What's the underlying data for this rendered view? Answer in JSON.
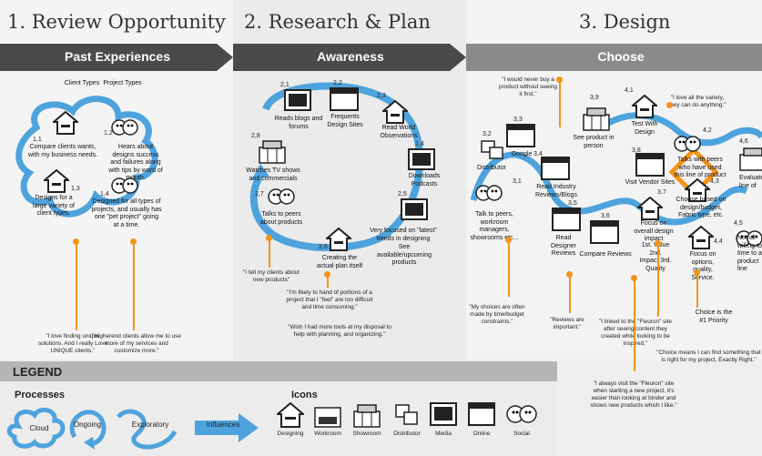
{
  "phases": {
    "p1_title": "1. Review Opportunity",
    "p2_title": "2. Research & Plan",
    "p3_title": "3. Design"
  },
  "stages": {
    "s1": "Past Experiences",
    "s2": "Awareness",
    "s3": "Choose"
  },
  "column_headers": {
    "client_types": "Client Types",
    "project_types": "Project Types"
  },
  "nodes": [
    {
      "num": "1,1",
      "text": "Compare clients wants, with my business needs."
    },
    {
      "num": "1,2",
      "text": "Hears about designs success and failures along with tips by word of mouth."
    },
    {
      "num": "1,3",
      "text": "Designs for a large variety of client types."
    },
    {
      "num": "1,4",
      "text": "Designed for all types of projects, and usually has one \"pet project\" going at a time."
    },
    {
      "num": "2,1",
      "text": "Reads blogs and forums"
    },
    {
      "num": "2,2",
      "text": "Frequents Design Sites"
    },
    {
      "num": "2,3",
      "text": "Read World Observations"
    },
    {
      "num": "2,4",
      "text": "Downloads Podcasts"
    },
    {
      "num": "2,5",
      "text": "Very focused on \"latest\" trends in designing"
    },
    {
      "num": "2,6",
      "text": "Creating the actual plan itself"
    },
    {
      "num": "2,7",
      "text": "Talks to peers about products"
    },
    {
      "num": "2,8",
      "text": "Watches TV shows and commercials"
    },
    {
      "num": "3,1",
      "text": "Talk to peers, workroom managers, showrooms etc..."
    },
    {
      "num": "3,2",
      "text": "Distributor"
    },
    {
      "num": "3,3",
      "text": "Google"
    },
    {
      "num": "3,4",
      "text": "Read Industry Reviews/Blogs"
    },
    {
      "num": "3,5",
      "text": "Read Designer Reviews"
    },
    {
      "num": "3,6",
      "text": "Compare Reviews"
    },
    {
      "num": "3,7",
      "text": "Focus on overall design impact"
    },
    {
      "num": "3,8",
      "text": "Visit Vendor Sites"
    },
    {
      "num": "3,9",
      "text": "See product in person"
    },
    {
      "num": "4,1",
      "text": "Test With Design"
    },
    {
      "num": "4,2",
      "text": "Talks with peers who have used this line of product"
    },
    {
      "num": "4,3",
      "text": "Choose based on design/budget, Fabric type, etc."
    },
    {
      "num": "4,4",
      "text": "Focus on options, quality, Service."
    },
    {
      "num": "4,5",
      "text": "Not all willing to time to a product line"
    },
    {
      "num": "4,6",
      "text": "Evaluate line of"
    }
  ],
  "extras": {
    "see_available": "See available/upcoming products",
    "priority": "1st. Value 2nd. Impact 3rd. Quality",
    "choice_priority": "Choice is the #1 Priority"
  },
  "quotes": [
    "\"I love finding unique solutions. And I really Love UNIQUE clients.\"",
    "\"Higherend clients allow me to use more of my services and customize more.\"",
    "\"I tell my clients about new products\"",
    "\"I'm likely to hand of portions of a project that I \"feel\" are too difficult and time consuming.\"",
    "\"Wish I had more tools at my disposal to help with planning, and organizing.\"",
    "\"I would never buy a product without seeing it first.\"",
    "\"I love all the variety, they can do anything.\"",
    "\"My choices are often made by time/budget constraints.\"",
    "\"Reviews are important.\"",
    "\"I linked to the \"Fleuron\" site after seeing content they created while looking to be inspired.\"",
    "\"I always visit the \"Fleuron\" site when starting a new project, it's easier than looking at binder and shows new products which I like.\"",
    "\"Choice means I can find something that is right for my project, Exactly Right.\""
  ],
  "legend": {
    "title": "LEGEND",
    "processes_title": "Processes",
    "icons_title": "Icons",
    "processes": [
      "Cloud",
      "Ongoing",
      "Exploratory",
      "Influences"
    ],
    "icons": [
      "Designing",
      "Workroom",
      "Showroom",
      "Distributor",
      "Media",
      "Online",
      "Social"
    ]
  },
  "colors": {
    "arrow_dark": "#4a4a4a",
    "arrow_light": "#8a8a8a",
    "process_blue": "#4ea3dd",
    "accent_orange": "#f29418"
  }
}
